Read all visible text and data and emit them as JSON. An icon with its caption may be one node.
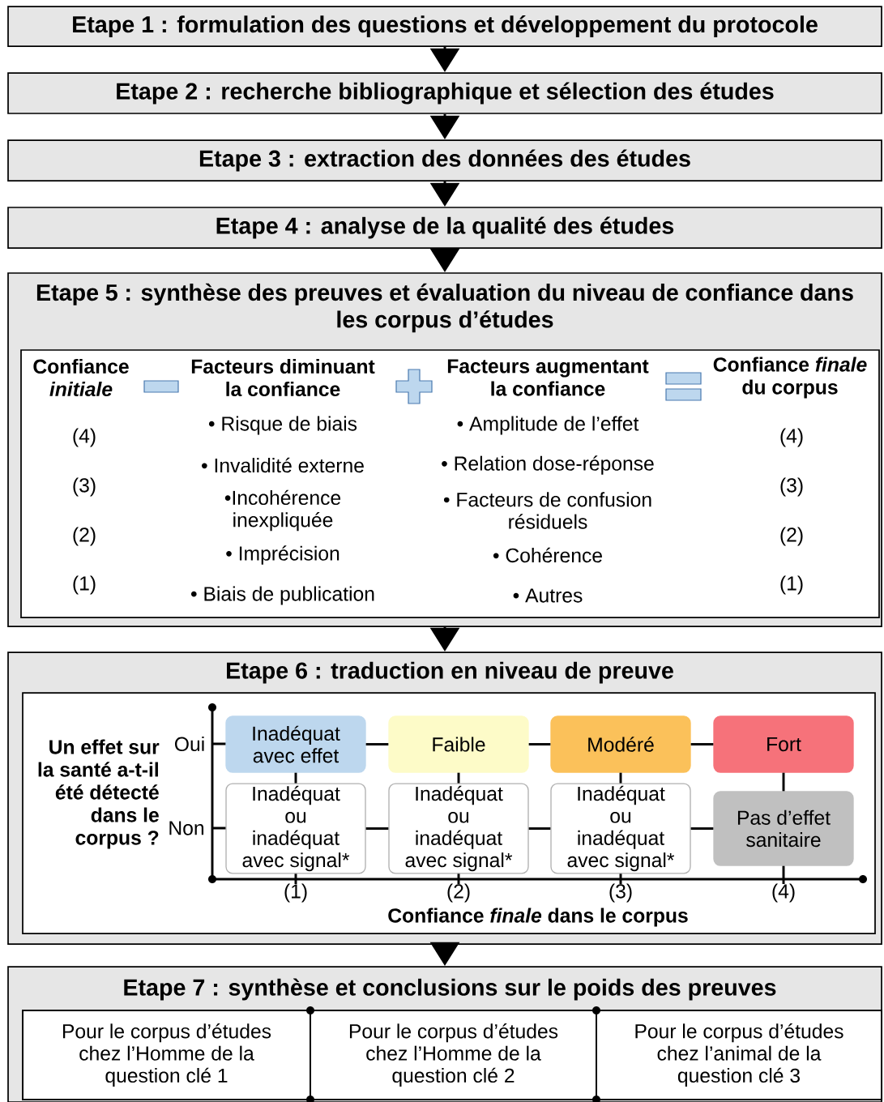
{
  "diagram": {
    "nodes": [
      {
        "text": [
          "Etape 1 : formulation des questions et développement du protocole"
        ]
      },
      {
        "text": [
          "Etape 2 : recherche bibliographique et sélection des études"
        ]
      },
      {
        "text": [
          "Etape 3 : extraction des données des études"
        ]
      },
      {
        "text": [
          "Etape 4 : analyse de la qualité des études"
        ]
      },
      {
        "text": [
          "Etape 5 : synthèse des preuves et évaluation du niveau de confiance dans les corpus d’études"
        ]
      },
      {
        "text": [
          "Confiance *initiale*",
          "Facteurs diminuant la confiance",
          "Facteurs augmentant la confiance",
          "Confiance *finale* du corpus",
          "(4)",
          "(3)",
          "(2)",
          "(1)",
          "• Risque de biais",
          "• Invalidité externe",
          "•Incohérence inexpliquée",
          "• Imprécision",
          "• Biais de publication",
          "• Amplitude de l’effet",
          "• Relation dose-réponse",
          "• Facteurs de confusion résiduels",
          "• Cohérence",
          "• Autres",
          "(4)",
          "(3)",
          "(2)",
          "(1)"
        ],
        "in": 4
      },
      {
        "text": [
          "Etape 6 : traduction en niveau de preuve"
        ]
      },
      {
        "text": [
          "Un effet sur la santé a-t-il été détecté dans le corpus ?",
          "Oui",
          "Non",
          "(1)",
          "(2)",
          "(3)",
          "(4)",
          "Confiance *finale* dans le corpus"
        ],
        "in": 6
      },
      {
        "text": [
          "Inadéquat avec effet"
        ],
        "in": 7
      },
      {
        "text": [
          "Faible"
        ],
        "in": 7
      },
      {
        "text": [
          "Modéré"
        ],
        "in": 7
      },
      {
        "text": [
          "Fort"
        ],
        "in": 7
      },
      {
        "text": [
          "Inadéquat ou inadéquat avec signal*"
        ],
        "in": 7
      },
      {
        "text": [
          "Inadéquat ou inadéquat avec signal*"
        ],
        "in": 7
      },
      {
        "text": [
          "Inadéquat ou inadéquat avec signal*"
        ],
        "in": 7
      },
      {
        "text": [
          "Pas d’effet sanitaire"
        ],
        "in": 7
      },
      {
        "text": [
          "Etape 7 : synthèse et conclusions sur le poids des preuves"
        ]
      },
      {
        "text": [
          "Pour le corpus d’études chez l’Homme de la question clé 1"
        ],
        "in": 16
      },
      {
        "text": [
          "Pour le corpus d’études chez l’Homme de la question clé 2"
        ],
        "in": 16
      },
      {
        "text": [
          "Pour le corpus d’études chez l’animal de la question clé 3"
        ],
        "in": 16
      }
    ],
    "edges": [
      {
        "from": 0,
        "to": 1,
        "arrow": "to"
      },
      {
        "from": 1,
        "to": 2,
        "arrow": "to"
      },
      {
        "from": 2,
        "to": 3,
        "arrow": "to"
      },
      {
        "from": 3,
        "to": 4,
        "arrow": "to"
      },
      {
        "from": 4,
        "to": 6,
        "arrow": "to"
      },
      {
        "from": 6,
        "to": 16,
        "arrow": "to"
      },
      {
        "from": 8,
        "to": 9,
        "arrow": "none"
      },
      {
        "from": 9,
        "to": 10,
        "arrow": "none"
      },
      {
        "from": 10,
        "to": 11,
        "arrow": "none"
      },
      {
        "from": 12,
        "to": 13,
        "arrow": "none"
      },
      {
        "from": 13,
        "to": 14,
        "arrow": "none"
      },
      {
        "from": 14,
        "to": 15,
        "arrow": "none"
      },
      {
        "from": 8,
        "to": 12,
        "arrow": "none"
      },
      {
        "from": 9,
        "to": 13,
        "arrow": "none"
      },
      {
        "from": 10,
        "to": 14,
        "arrow": "none"
      },
      {
        "from": 11,
        "to": 15,
        "arrow": "none"
      }
    ]
  }
}
